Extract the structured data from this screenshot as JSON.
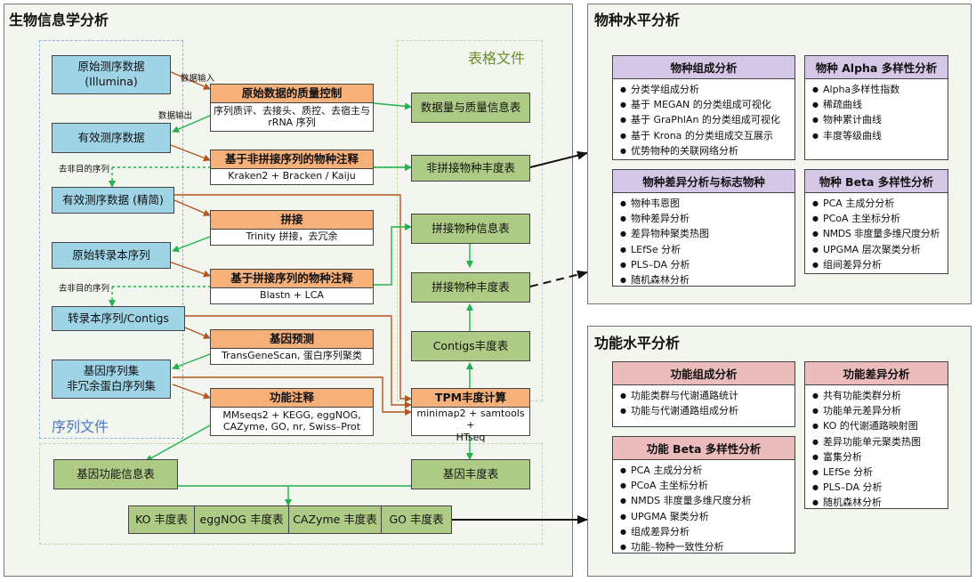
{
  "bio_panel": {
    "title": "生物信息学分析",
    "seq_files_label": "序列文件",
    "table_files_label": "表格文件",
    "blue_nodes": {
      "raw": "原始测序数据\n(Illumina)",
      "valid": "有效测序数据",
      "valid_slim": "有效测序数据 (精简)",
      "raw_transcript": "原始转录本序列",
      "contigs": "转录本序列/Contigs",
      "gene_set": "基因序列集\n非冗余蛋白序列集"
    },
    "process_nodes": {
      "qc": {
        "title": "原始数据的质量控制",
        "detail": "序列质评、去接头、质控、去宿主与\nrRNA 序列"
      },
      "nonassembly_annot": {
        "title": "基于非拼接序列的物种注释",
        "detail": "Kraken2 + Bracken / Kaiju"
      },
      "assembly": {
        "title": "拼接",
        "detail": "Trinity 拼接，去冗余"
      },
      "assembly_annot": {
        "title": "基于拼接序列的物种注释",
        "detail": "Blastn + LCA"
      },
      "gene_predict": {
        "title": "基因预测",
        "detail": "TransGeneScan, 蛋白序列聚类"
      },
      "func_annot": {
        "title": "功能注释",
        "detail": "MMseqs2 + KEGG, eggNOG,\nCAZyme, GO, nr, Swiss–Prot"
      },
      "tpm": {
        "title": "TPM丰度计算",
        "detail": "minimap2 + samtools +\nHTseq"
      }
    },
    "table_nodes": {
      "data_quality": "数据量与质量信息表",
      "nonassembly_abundance": "非拼接物种丰度表",
      "assembly_species_info": "拼接物种信息表",
      "assembly_species_abundance": "拼接物种丰度表",
      "contigs_abundance": "Contigs丰度表",
      "gene_function_info": "基因功能信息表",
      "gene_abundance": "基因丰度表"
    },
    "abundance_tables": [
      "KO 丰度表",
      "eggNOG 丰度表",
      "CAZyme 丰度表",
      "GO 丰度表"
    ],
    "edge_labels": {
      "data_in": "数据输入",
      "data_out": "数据输出",
      "remove_nontarget_1": "去非目的序列",
      "remove_nontarget_2": "去非目的序列"
    }
  },
  "species_panel": {
    "title": "物种水平分析",
    "cards": [
      {
        "title": "物种组成分析",
        "items": [
          "分类学组成分析",
          "基于 MEGAN 的分类组成可视化",
          "基于 GraPhlAn 的分类组成可视化",
          "基于 Krona 的分类组成交互展示",
          "优势物种的关联网络分析"
        ]
      },
      {
        "title": "物种 Alpha 多样性分析",
        "items": [
          "Alpha多样性指数",
          "稀疏曲线",
          "物种累计曲线",
          "丰度等级曲线"
        ]
      },
      {
        "title": "物种差异分析与标志物种",
        "items": [
          "物种韦恩图",
          "物种差异分析",
          "差异物种聚类热图",
          "LEfSe 分析",
          "PLS–DA 分析",
          "随机森林分析"
        ]
      },
      {
        "title": "物种 Beta 多样性分析",
        "items": [
          "PCA 主成分分析",
          "PCoA 主坐标分析",
          "NMDS 非度量多维尺度分析",
          "UPGMA 层次聚类分析",
          "组间差异分析"
        ]
      }
    ]
  },
  "function_panel": {
    "title": "功能水平分析",
    "cards": [
      {
        "title": "功能组成分析",
        "items": [
          "功能类群与代谢通路统计",
          "功能与代谢通路组成分析"
        ]
      },
      {
        "title": "功能差异分析",
        "items": [
          "共有功能类群分析",
          "功能单元差异分析",
          "KO 的代谢通路映射图",
          "差异功能单元聚类热图",
          "富集分析",
          "LEfSe 分析",
          "PLS–DA 分析",
          "随机森林分析"
        ]
      },
      {
        "title": "功能 Beta 多样性分析",
        "items": [
          "PCA 主成分分析",
          "PCoA 主坐标分析",
          "NMDS 非度量多维尺度分析",
          "UPGMA 聚类分析",
          "组成差异分析",
          "功能–物种一致性分析"
        ]
      }
    ]
  },
  "colors": {
    "orange_arrow": "#b5561e",
    "green_arrow": "#22b14c",
    "blue_node": "#9fd3e6",
    "process_header": "#f6b07a",
    "table_node": "#aecb85",
    "purple_header": "#d5c7e6",
    "pink_header": "#ecbcbc"
  }
}
